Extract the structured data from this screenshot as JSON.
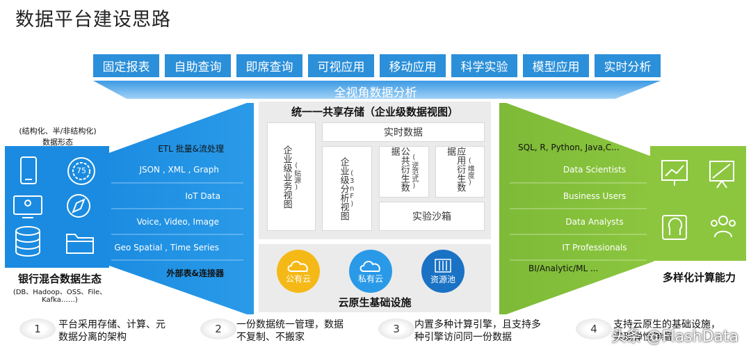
{
  "title": "数据平台建设思路",
  "top_tabs": [
    "固定报表",
    "自助查询",
    "即席查询",
    "可视应用",
    "移动应用",
    "科学实验",
    "模型应用",
    "实时分析"
  ],
  "funnel_label": "全视角数据分析",
  "center": {
    "title": "统一一共享存储（企业级数据视图）",
    "enterprise_business_view": "企业级业务视图",
    "enterprise_business_sub": "(贴源)",
    "realtime": "实时数据",
    "enterprise_analysis_view": "企业级分析视图",
    "enterprise_analysis_sub": "(3nF)",
    "public_derived": "公共衍生数据",
    "public_derived_sub": "(逆范式)",
    "app_derived": "应用衍生数据",
    "app_derived_sub": "(维度)",
    "sandbox": "实验沙箱"
  },
  "cloud": {
    "title": "云原生基础设施",
    "public": "公有云",
    "private": "私有云",
    "pool": "资源池"
  },
  "left": {
    "data_form_line1": "(结构化、半/非结构化)",
    "data_form_line2": "数据形态",
    "lanes": [
      "ETL 批量&流处理",
      "JSON , XML , Graph",
      "IoT Data",
      "Voice, Video, Image",
      "Geo Spatial , Time Series",
      "外部表&连接器"
    ],
    "eco_title": "银行混合数据生态",
    "eco_sub1": "(DB、Hadoop、OSS、File、",
    "eco_sub2": "Kafka……)",
    "gauge_value": "75"
  },
  "right": {
    "lanes": [
      "SQL, R, Python, Java,C...",
      "Data Scientists",
      "Business Users",
      "Data Analysts",
      "IT Professionals",
      "BI/Analytic/ML ..."
    ],
    "title": "多样化计算能力"
  },
  "bottom": [
    {
      "num": "1",
      "line1": "平台采用存储、计算、元",
      "line2": "数据分离的架构"
    },
    {
      "num": "2",
      "line1": "一份数据统一管理，数据",
      "line2": "不复制、不搬家"
    },
    {
      "num": "3",
      "line1": "内置多种计算引擎，且支持多",
      "line2": "种引擎访问同一份数据"
    },
    {
      "num": "4",
      "line1": "支持云原生的基础设施，",
      "line2": "实现弹性伸缩"
    }
  ],
  "watermark": "头条 @FlashData",
  "colors": {
    "blue": "#1a8be0",
    "green": "#8cc63f",
    "tab_blue": "#2b8fd9"
  }
}
